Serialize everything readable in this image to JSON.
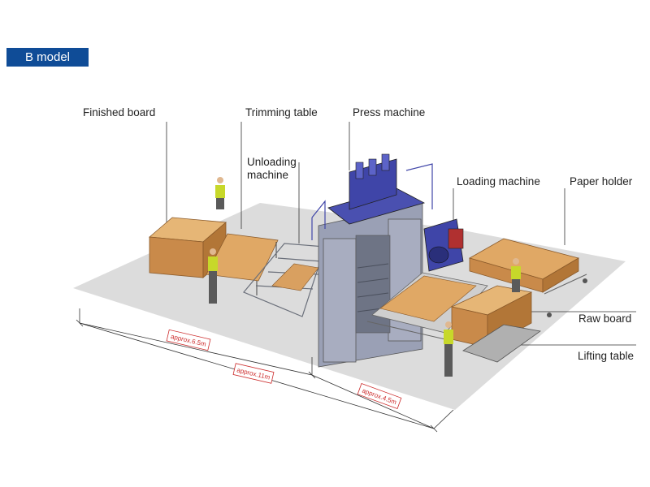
{
  "model_badge": "B model",
  "labels": {
    "finished_board": "Finished board",
    "trimming_table": "Trimming table",
    "press_machine": "Press machine",
    "unloading_machine_1": "Unloading",
    "unloading_machine_2": "machine",
    "loading_machine": "Loading machine",
    "paper_holder": "Paper holder",
    "raw_board": "Raw board",
    "lifting_table": "Lifting table"
  },
  "dimensions": {
    "d1": "approx.6.5m",
    "d2": "approx.11m",
    "d3": "approx.4.5m"
  },
  "colors": {
    "badge": "#0f4c97",
    "floor": "#dcdcdc",
    "press_blue": "#3f45a8",
    "board_wood": "#d49a5a",
    "dimension_red": "#cc2a2a",
    "worker_vest": "#c7d82a"
  }
}
